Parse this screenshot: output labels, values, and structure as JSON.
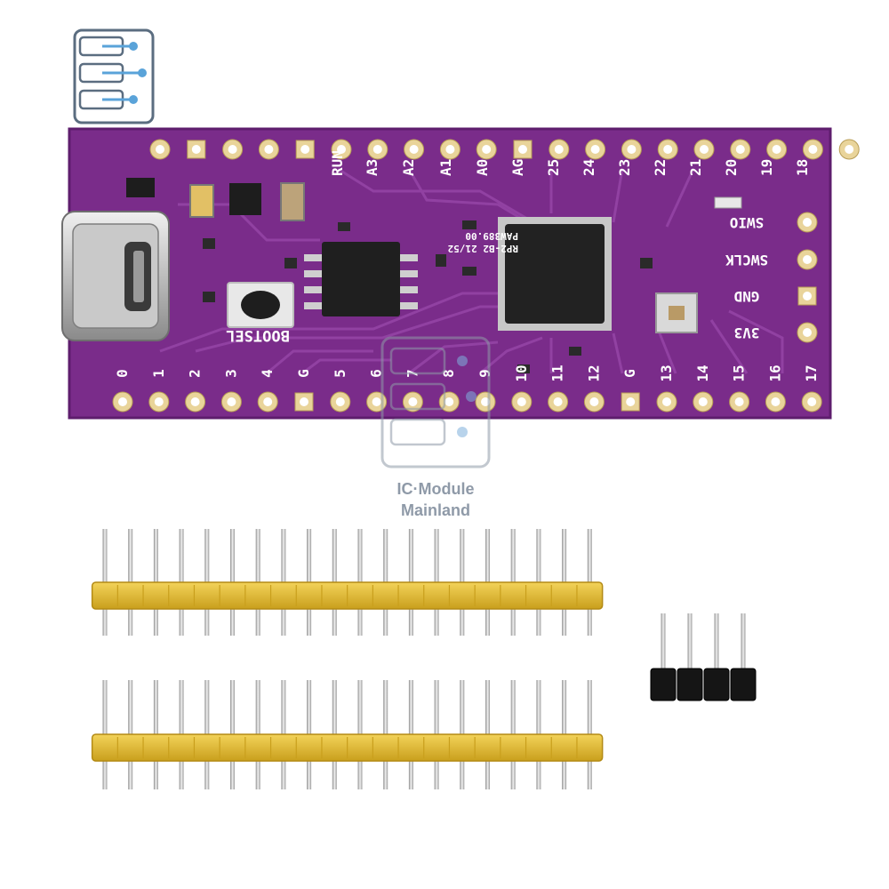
{
  "watermark": {
    "line1": "IC·Module",
    "line2": "Mainland"
  },
  "board": {
    "top_pins": [
      "RUN",
      "A3",
      "A2",
      "A1",
      "A0",
      "AG",
      "25",
      "24",
      "23",
      "22",
      "21",
      "20",
      "19",
      "18"
    ],
    "right_pins": [
      "SWIO",
      "SWCLK",
      "GND",
      "3V3"
    ],
    "bottom_pins": [
      "0",
      "1",
      "2",
      "3",
      "4",
      "G",
      "5",
      "6",
      "7",
      "8",
      "9",
      "10",
      "11",
      "12",
      "G",
      "13",
      "14",
      "15",
      "16",
      "17"
    ],
    "button_label": "BOOTSEL",
    "chip_line1": "RP2-B2  21/52",
    "chip_line2": "PAW389.00"
  },
  "colors": {
    "pcb": "#7a2c8a",
    "pcb_edge": "#5e1d6d",
    "header_plastic": "#e8c33a",
    "pin_metal": "#c9c9c9",
    "pad_gold": "#e9d49a"
  },
  "headers": {
    "long_header_pins": 20,
    "short_header_pins": 4
  }
}
